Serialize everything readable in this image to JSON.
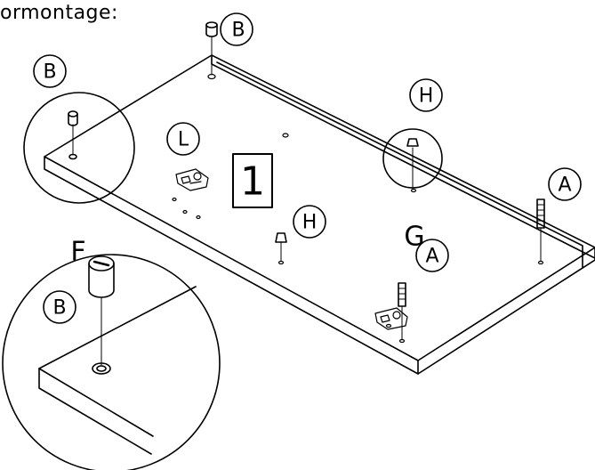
{
  "title": "ormontage:",
  "step_number": "1",
  "letters": {
    "B": "B",
    "H": "H",
    "L": "L",
    "A": "A",
    "G": "G",
    "F": "F"
  },
  "colors": {
    "ink": "#000000",
    "paper": "#ffffff"
  }
}
